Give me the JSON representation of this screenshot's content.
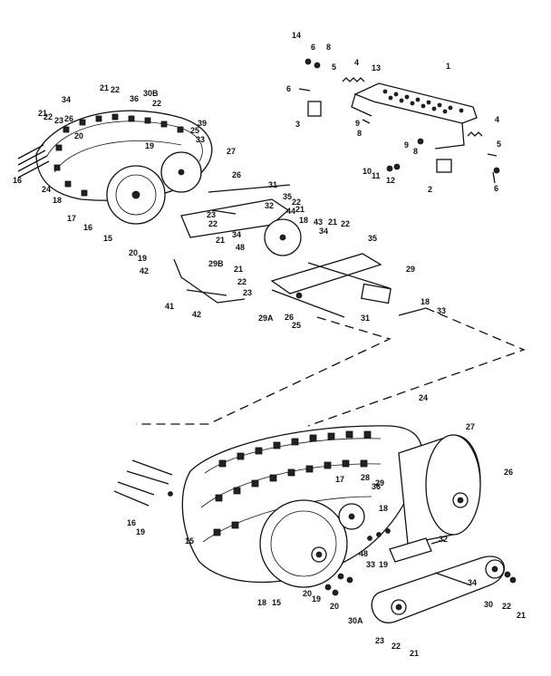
{
  "callouts": [
    "14",
    "6",
    "8",
    "5",
    "4",
    "13",
    "1",
    "6",
    "3",
    "9",
    "8",
    "4",
    "9",
    "8",
    "5",
    "10",
    "11",
    "12",
    "2",
    "6",
    "34",
    "21",
    "22",
    "36",
    "30B",
    "22",
    "21",
    "22",
    "23",
    "26",
    "20",
    "39",
    "25",
    "19",
    "27",
    "33",
    "16",
    "24",
    "18",
    "17",
    "16",
    "15",
    "26",
    "31",
    "32",
    "35",
    "22",
    "21",
    "23",
    "22",
    "34",
    "21",
    "44",
    "18",
    "43",
    "34",
    "21",
    "22",
    "20",
    "19",
    "42",
    "29B",
    "48",
    "35",
    "21",
    "22",
    "29",
    "23",
    "41",
    "42",
    "29A",
    "26",
    "25",
    "31",
    "18",
    "33",
    "24",
    "27",
    "26",
    "17",
    "28",
    "36",
    "29",
    "18",
    "48",
    "33",
    "19",
    "32",
    "16",
    "19",
    "15",
    "18",
    "15",
    "20",
    "19",
    "20",
    "34",
    "30",
    "22",
    "21",
    "30A",
    "23",
    "22",
    "21"
  ]
}
